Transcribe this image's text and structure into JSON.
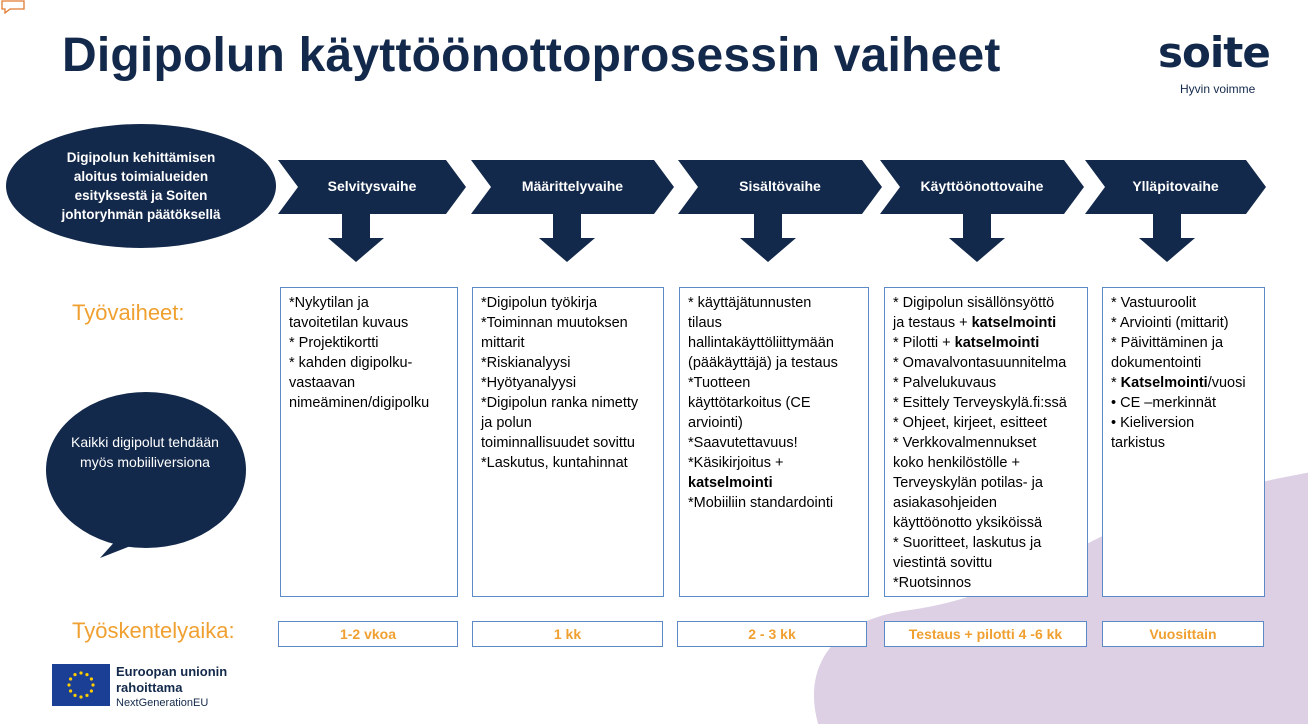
{
  "title": "Digipolun käyttöönottoprosessin vaiheet",
  "logo": {
    "word": "soite",
    "tagline": "Hyvin voimme"
  },
  "start_oval": "Digipolun kehittämisen aloitus toimialueiden esityksestä ja Soiten johtoryhmän päätöksellä",
  "phases": [
    "Selvitysvaihe",
    "Määrittelyvaihe",
    "Sisältövaihe",
    "Käyttöönottovaihe",
    "Ylläpitovaihe"
  ],
  "row_labels": {
    "tasks": "Työvaiheet:",
    "time": "Työskentelyaika:"
  },
  "tasks": [
    [
      "*Nykytilan ja",
      "tavoitetilan kuvaus",
      "* Projektikortti",
      "* kahden digipolku-",
      "vastaavan",
      "nimeäminen/digipolku"
    ],
    [
      "*Digipolun työkirja",
      "*Toiminnan muutoksen",
      "mittarit",
      "*Riskianalyysi",
      "*Hyötyanalyysi",
      "*Digipolun ranka nimetty",
      "ja polun",
      "toiminnallisuudet  sovittu",
      "*Laskutus, kuntahinnat"
    ],
    [
      "* käyttäjätunnusten",
      "tilaus",
      "hallintakäyttöliittymään",
      "(pääkäyttäjä) ja testaus",
      "*Tuotteen",
      "käyttötarkoitus (CE",
      "arviointi)",
      "*Saavutettavuus!",
      "*Käsikirjoitus +",
      "katselmointi",
      "*Mobiiliin standardointi"
    ],
    [
      "* Digipolun sisällönsyöttö",
      "ja testaus + katselmointi",
      "* Pilotti + katselmointi",
      "* Omavalvontasuunnitelma",
      "* Palvelukuvaus",
      "* Esittely Terveyskylä.fi:ssä",
      "* Ohjeet, kirjeet, esitteet",
      "* Verkkovalmennukset",
      "koko  henkilöstölle +",
      "Terveyskylän potilas- ja",
      "asiakasohjeiden",
      "käyttöönotto yksiköissä",
      "* Suoritteet, laskutus ja",
      "viestintä sovittu",
      "*Ruotsinnos"
    ],
    [
      "* Vastuuroolit",
      "* Arviointi (mittarit)",
      "* Päivittäminen ja",
      "dokumentointi",
      "* Katselmointi/vuosi",
      "•   CE –merkinnät",
      "•   Kieliversion",
      "     tarkistus"
    ]
  ],
  "durations": [
    "1-2 vkoa",
    "1 kk",
    "2 - 3 kk",
    "Testaus + pilotti 4 -6 kk",
    "Vuosittain"
  ],
  "speech_bubble": "Kaikki digipolut tehdään myös mobiiliversiona",
  "eu": {
    "line1": "Euroopan unionin",
    "line2": "rahoittama",
    "line3": "NextGenerationEU"
  },
  "colors": {
    "navy": "#13294b",
    "orange": "#f0a030",
    "box_border": "#5b8ac6",
    "eu_blue": "#1a3f94",
    "eu_star": "#ffcc00",
    "purple": "#d9c8e0"
  }
}
